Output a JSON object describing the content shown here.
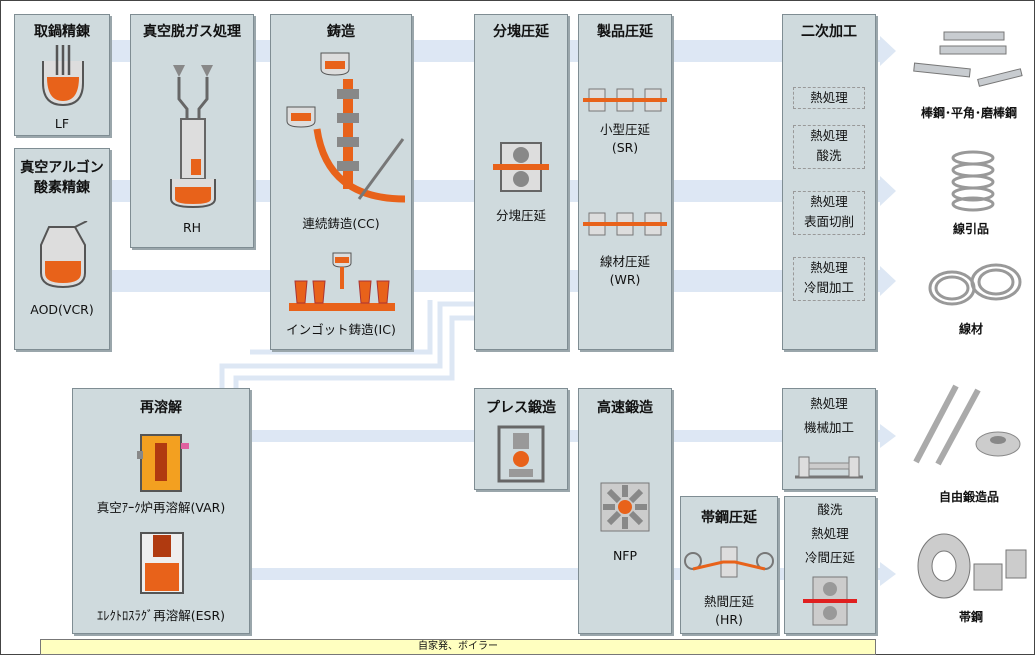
{
  "refining": {
    "lf_title": "取鍋精錬",
    "lf_label": "LF",
    "aod_title_1": "真空アルゴン",
    "aod_title_2": "酸素精錬",
    "aod_label": "AOD(VCR)",
    "rh_title": "真空脱ガス処理",
    "rh_label": "RH"
  },
  "casting": {
    "title": "鋳造",
    "cc_label": "連続鋳造(CC)",
    "ic_label": "インゴット鋳造(IC)"
  },
  "remelting": {
    "title": "再溶解",
    "var_label": "真空ｱｰｸ炉再溶解(VAR)",
    "esr_label": "ｴﾚｸﾄﾛｽﾗｸﾞ再溶解(ESR)"
  },
  "blooming": {
    "title": "分塊圧延",
    "label": "分塊圧延"
  },
  "product_rolling": {
    "title": "製品圧延",
    "sr_label_1": "小型圧延",
    "sr_label_2": "(SR)",
    "wr_label_1": "線材圧延",
    "wr_label_2": "(WR)"
  },
  "press_forging": {
    "title": "プレス鍛造"
  },
  "high_speed_forging": {
    "title": "高速鍛造",
    "label": "NFP"
  },
  "strip_rolling": {
    "title": "帯鋼圧延",
    "label_1": "熱間圧延",
    "label_2": "(HR)"
  },
  "secondary": {
    "title": "二次加工",
    "step1": "熱処理",
    "step2_a": "熱処理",
    "step2_b": "酸洗",
    "step3_a": "熱処理",
    "step3_b": "表面切削",
    "step4_a": "熱処理",
    "step4_b": "冷間加工"
  },
  "forging_post": {
    "line1": "熱処理",
    "line2": "機械加工"
  },
  "strip_post": {
    "line1": "酸洗",
    "line2": "熱処理",
    "line3": "冷間圧延"
  },
  "products": {
    "bars": "棒鋼･平角･磨棒鋼",
    "drawn_wire": "線引品",
    "wire_rod": "線材",
    "forgings": "自由鍛造品",
    "strip": "帯鋼"
  },
  "footer": {
    "banner": "自家発、ボイラー"
  },
  "colors": {
    "box_fill": "#cfdadd",
    "flow": "#dde7f4",
    "molten": "#e8621a",
    "steel_gray": "#8a8f93"
  }
}
